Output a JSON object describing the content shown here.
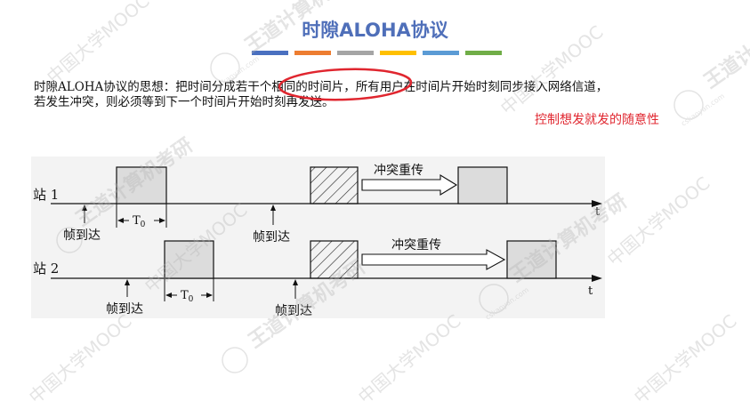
{
  "slide": {
    "title": "时隙ALOHA协议",
    "title_color": "#4f6fb9",
    "color_bar": [
      "#4a70c0",
      "#ed7d31",
      "#a5a5a5",
      "#ffc000",
      "#5b9bd5",
      "#70ad47"
    ],
    "description_line1": "时隙ALOHA协议的思想：把时间分成若干个相同的时间片，所有用户在时间片开始时刻同步接入网络信道，",
    "description_line2": "若发生冲突，则必须等到下一个时间片开始时刻再发送。",
    "highlight_circle_color": "#e0262f",
    "note": "控制想发就发的随意性",
    "note_color": "#e0262f"
  },
  "diagram": {
    "station1_label": "站 1",
    "station2_label": "站 2",
    "frame_arrive_label": "帧到达",
    "t0_label": "T",
    "t0_sub": "0",
    "retransmit_label": "冲突重传",
    "time_axis_label": "t",
    "frame_fill": "#dcdcdc"
  },
  "watermark": {
    "text_mooc": "中国大学MOOC",
    "text_brand": "王道计算机考研",
    "text_site": "cskaoyan.com",
    "color": "#b3b3b3"
  }
}
